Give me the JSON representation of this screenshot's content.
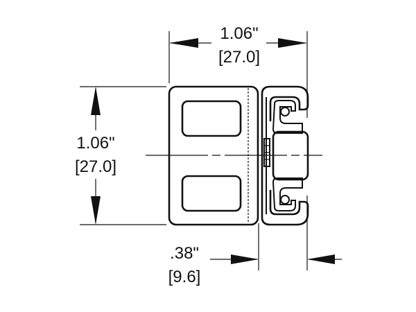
{
  "dimensions": {
    "top_width": {
      "imperial": "1.06\"",
      "metric": "[27.0]"
    },
    "left_height": {
      "imperial": "1.06\"",
      "metric": "[27.0]"
    },
    "bottom_width": {
      "imperial": ".38\"",
      "metric": "[9.6]"
    }
  },
  "colors": {
    "line": "#111111",
    "background": "#ffffff"
  }
}
